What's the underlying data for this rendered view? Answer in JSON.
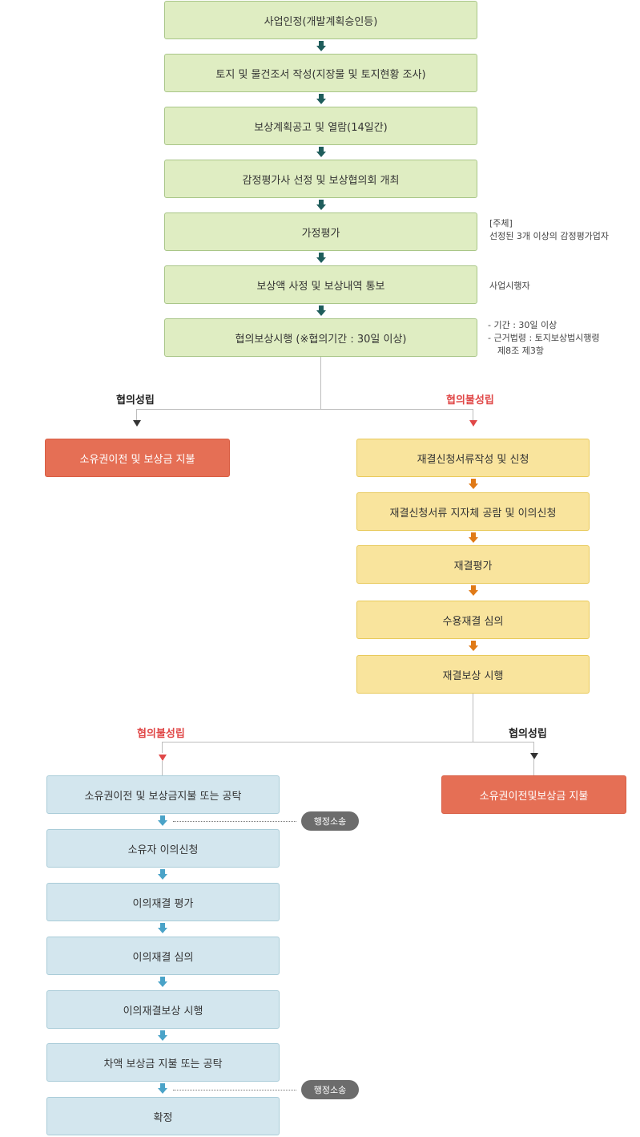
{
  "steps": [
    "사업인정(개발계획승인등)",
    "토지 및 물건조서 작성(지장물 및 토지현황 조사)",
    "보상계획공고 및 열람(14일간)",
    "감정평가사 선정 및 보상협의회 개최",
    "가정평가",
    "보상액 사정 및 보상내역 통보",
    "협의보상시행 (※협의기간 : 30일 이상)"
  ],
  "notes": {
    "appraisal_1": "[주체]",
    "appraisal_2": "선정된 3개 이상의 감정평가업자",
    "notice": "사업시행자",
    "consult_1": "-  기간 : 30일 이상",
    "consult_2": "-  근거법령 : 토지보상법시행령",
    "consult_3": "제8조 제3항"
  },
  "branch1": {
    "agreed_label": "협의성립",
    "failed_label": "협의불성립",
    "agreed_result": "소유권이전 및 보상금 지불"
  },
  "decision_steps": [
    "재결신청서류작성 및 신청",
    "재결신청서류 지자체 공람 및 이의신청",
    "재결평가",
    "수용재결 심의",
    "재결보상 시행"
  ],
  "branch2": {
    "failed_label": "협의불성립",
    "agreed_label": "협의성립",
    "agreed_result": "소유권이전및보상금 지불"
  },
  "objection_steps": [
    "소유권이전 및 보상금지불 또는 공탁",
    "소유자 이의신청",
    "이의재결 평가",
    "이의재결 심의",
    "이의재결보상 시행",
    "차액 보상금 지불 또는 공탁",
    "확정"
  ],
  "lawsuit_label_1": "행정소송",
  "lawsuit_label_2": "행정소송"
}
